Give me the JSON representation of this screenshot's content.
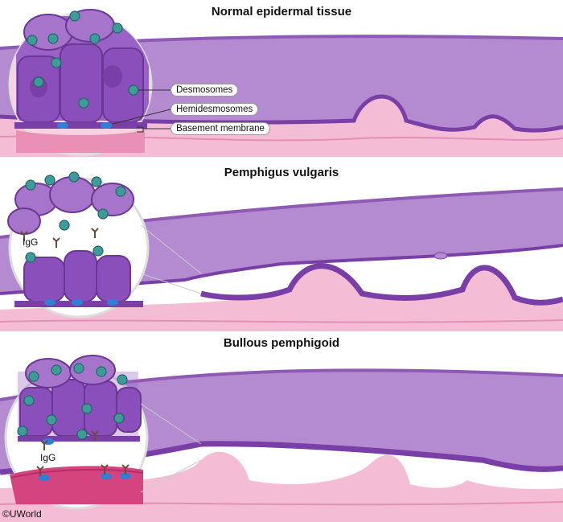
{
  "panels": [
    {
      "title": "Normal epidermal tissue"
    },
    {
      "title": "Pemphigus vulgaris"
    },
    {
      "title": "Bullous pemphigoid"
    }
  ],
  "labels": {
    "desmosomes": "Desmosomes",
    "hemidesmosomes": "Hemidesmosomes",
    "basement_membrane": "Basement membrane",
    "igg_pv": "IgG",
    "igg_bp": "IgG"
  },
  "credit": "©UWorld",
  "colors": {
    "epidermis": "#b48ad0",
    "epidermis_dark": "#8e5ab4",
    "dermis": "#f2b3cf",
    "dermis_line": "#e58fb8",
    "basal_cell": "#7a3fa6",
    "desmosome": "#3f9b9a",
    "hemidesmosome": "#2f7fd6"
  }
}
